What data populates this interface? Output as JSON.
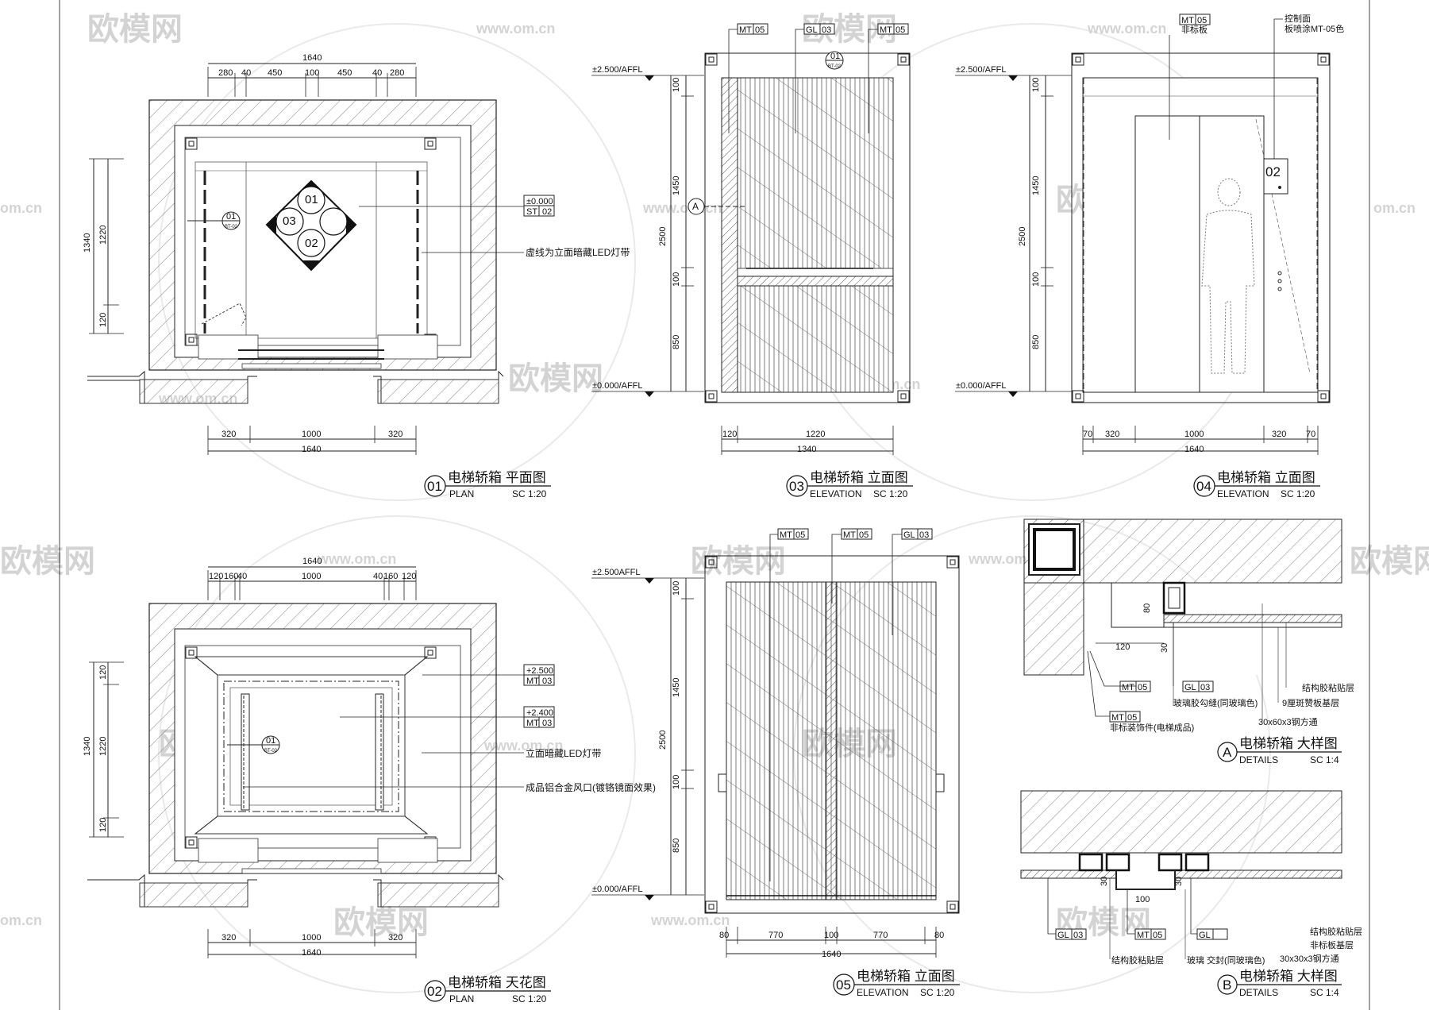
{
  "watermark": {
    "brand": "欧模网",
    "url": "www.om.cn",
    "url_fragment": "om.cn"
  },
  "drawings": {
    "d01": {
      "num": "01",
      "title": "电梯轿箱 平面图",
      "sub": "PLAN",
      "scale": "SC 1:20",
      "top_total": "1640",
      "top_dims": [
        "280",
        "40",
        "450",
        "100",
        "450",
        "40",
        "280"
      ],
      "bottom_dims": [
        "320",
        "1000",
        "320"
      ],
      "bottom_total": "1640",
      "left_dims": [
        "1340",
        "1220",
        "120"
      ],
      "tag1": "±0.000",
      "tag2": "ST",
      "tag2_num": "02",
      "note_led": "虚线为立面暗藏LED灯带",
      "medallion": [
        "01",
        "02",
        "03"
      ],
      "ref": "01",
      "ref_sub": "BT-02"
    },
    "d02": {
      "num": "02",
      "title": "电梯轿箱 天花图",
      "sub": "PLAN",
      "scale": "SC 1:20",
      "top_total": "1640",
      "top_dims": [
        "120",
        "160",
        "40",
        "1000",
        "40",
        "160",
        "120"
      ],
      "bottom_dims": [
        "320",
        "1000",
        "320"
      ],
      "bottom_total": "1640",
      "left_dims": [
        "1340",
        "120",
        "1220",
        "120"
      ],
      "tag_a1": "+2.500",
      "tag_a2": "MT",
      "tag_a2_num": "03",
      "tag_b1": "+2.400",
      "tag_b2": "MT",
      "tag_b2_num": "03",
      "note_led": "立面暗藏LED灯带",
      "note_vent": "成品铝合金风口(镀铬镜面效果)",
      "ref": "01",
      "ref_sub": "BT-02"
    },
    "d03": {
      "num": "03",
      "title": "电梯轿箱 立面图",
      "sub": "ELEVATION",
      "scale": "SC 1:20",
      "level_top": "±2.500/AFFL",
      "level_bottom": "±0.000/AFFL",
      "tags": [
        {
          "code": "MT",
          "num": "05"
        },
        {
          "code": "GL",
          "num": "03"
        },
        {
          "code": "MT",
          "num": "05"
        }
      ],
      "left_dims": [
        "100",
        "1450",
        "2500",
        "100",
        "850"
      ],
      "bottom_dims": [
        "120",
        "1220"
      ],
      "bottom_total": "1340",
      "ref": "01",
      "ref_sub": "BT-02",
      "section_marker": "A"
    },
    "d04": {
      "num": "04",
      "title": "电梯轿箱 立面图",
      "sub": "ELEVATION",
      "scale": "SC 1:20",
      "level_top": "±2.500/AFFL",
      "level_bottom": "±0.000/AFFL",
      "tag_code": "MT",
      "tag_num": "05",
      "tag_note": "非标板",
      "note_top": "控制面",
      "note_top2": "板喷涂MT-05色",
      "left_dims": [
        "100",
        "1450",
        "2500",
        "100",
        "850"
      ],
      "bottom_dims": [
        "70",
        "320",
        "1000",
        "320",
        "70"
      ],
      "bottom_total": "1640",
      "panel_num": "02"
    },
    "d05": {
      "num": "05",
      "title": "电梯轿箱 立面图",
      "sub": "ELEVATION",
      "scale": "SC 1:20",
      "level_top": "±2.500AFFL",
      "level_bottom": "±0.000/AFFL",
      "tags": [
        {
          "code": "MT",
          "num": "05"
        },
        {
          "code": "MT",
          "num": "05"
        },
        {
          "code": "GL",
          "num": "03"
        }
      ],
      "left_dims": [
        "100",
        "1450",
        "2500",
        "100",
        "850"
      ],
      "bottom_dims": [
        "80",
        "770",
        "100",
        "770",
        "80"
      ],
      "bottom_total": "1640"
    },
    "dA": {
      "num": "A",
      "title": "电梯轿箱 大样图",
      "sub": "DETAILS",
      "scale": "SC 1:4",
      "dims": [
        "80",
        "120",
        "30"
      ],
      "tags": [
        {
          "code": "MT",
          "num": "05"
        },
        {
          "code": "GL",
          "num": "03"
        },
        {
          "code": "MT",
          "num": "05"
        }
      ],
      "notes": [
        "结构胶粘贴层",
        "9厘斑赞板基层",
        "玻璃胶勾缝(同玻璃色)",
        "30x60x3钢方通",
        "非标装饰件(电梯成品)"
      ]
    },
    "dB": {
      "num": "B",
      "title": "电梯轿箱 大样图",
      "sub": "DETAILS",
      "scale": "SC 1:4",
      "dims": [
        "30",
        "30",
        "100"
      ],
      "tags": [
        {
          "code": "GL",
          "num": "03"
        },
        {
          "code": "MT",
          "num": "05"
        },
        {
          "code": "GL",
          "num": ""
        }
      ],
      "notes": [
        "结构胶粘贴层",
        "玻璃 交封(同玻璃色)",
        "结构胶粘贴层",
        "非标板基层",
        "30x30x3钢方通"
      ]
    }
  }
}
